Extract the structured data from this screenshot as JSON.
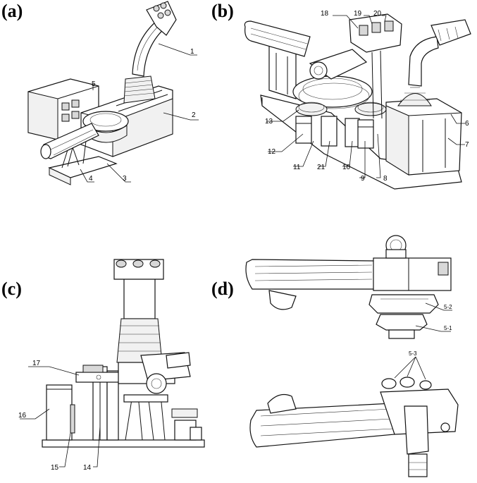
{
  "panels": [
    {
      "letter": "(a)",
      "callouts": [
        "1",
        "2",
        "3",
        "4",
        "5"
      ]
    },
    {
      "letter": "(b)",
      "callouts": [
        "18",
        "19",
        "20",
        "13",
        "12",
        "11",
        "21",
        "10",
        "9",
        "8",
        "6",
        "7"
      ]
    },
    {
      "letter": "(c)",
      "callouts": [
        "17",
        "16",
        "15",
        "14"
      ]
    },
    {
      "letter": "(d)",
      "callouts": [
        "5-2",
        "5-1",
        "5-3"
      ]
    }
  ]
}
